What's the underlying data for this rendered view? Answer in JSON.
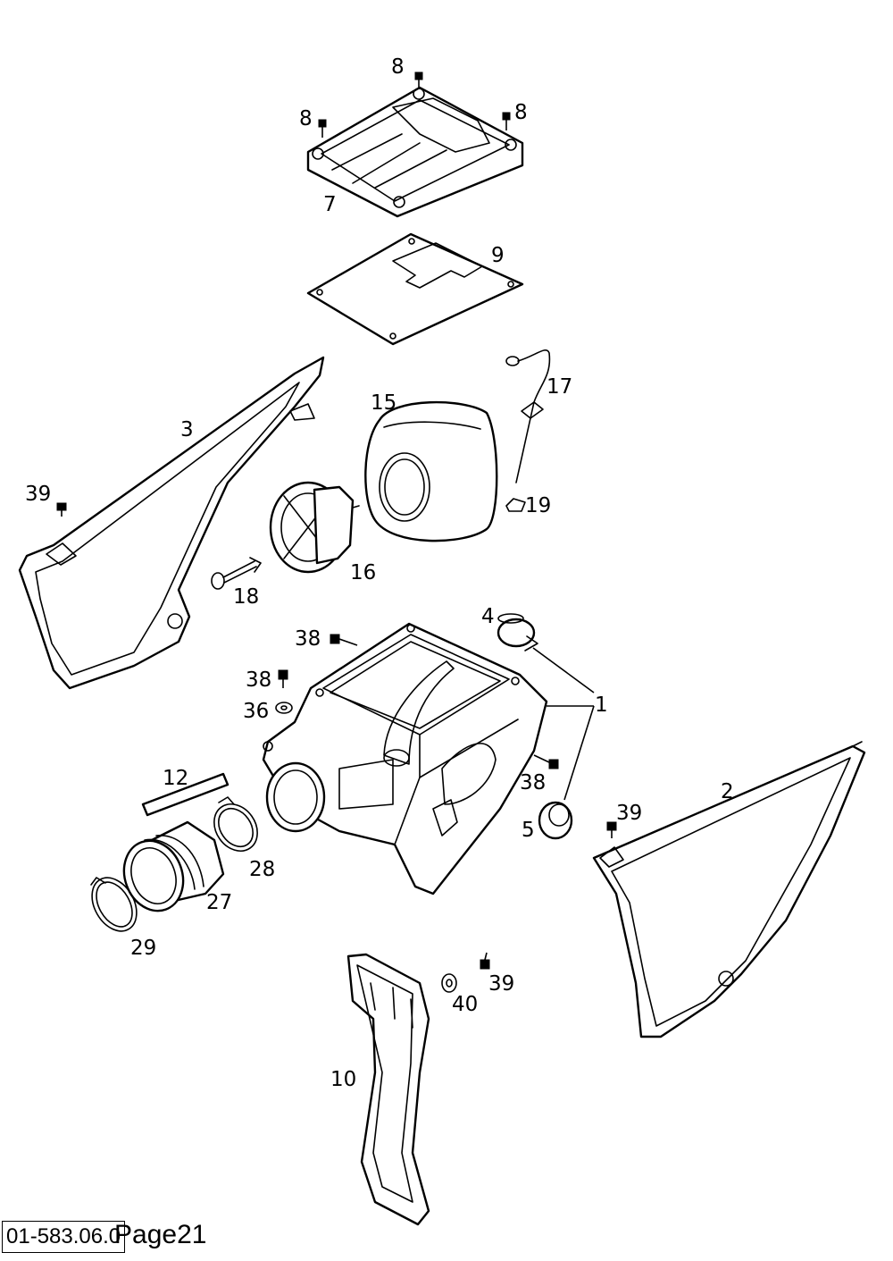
{
  "callouts": {
    "c8a": "8",
    "c8b": "8",
    "c8c": "8",
    "c7": "7",
    "c9": "9",
    "c17": "17",
    "c15": "15",
    "c3": "3",
    "c39a": "39",
    "c19": "19",
    "c16": "16",
    "c18": "18",
    "c4": "4",
    "c38a": "38",
    "c38b": "38",
    "c1": "1",
    "c36": "36",
    "c12": "12",
    "c38c": "38",
    "c2": "2",
    "c39b": "39",
    "c5": "5",
    "c28": "28",
    "c27": "27",
    "c29": "29",
    "c39c": "39",
    "c40": "40",
    "c10": "10"
  },
  "footer": {
    "code": "01-583.06.0",
    "page": "Page21"
  }
}
